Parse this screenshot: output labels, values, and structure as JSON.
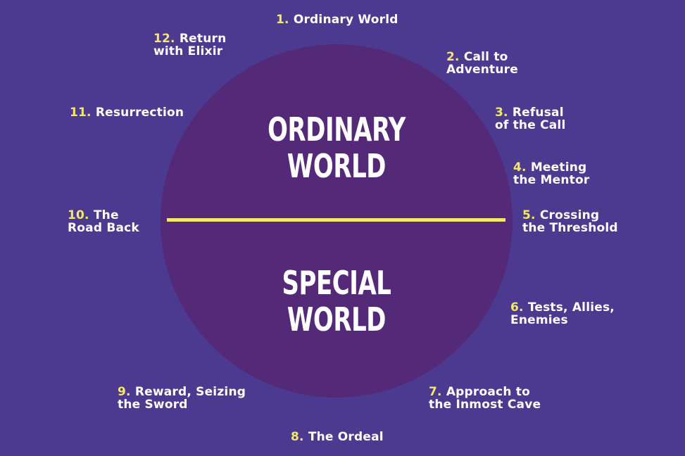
{
  "colors": {
    "background": "#4b3a8f",
    "circle": "#532978",
    "divider": "#f3e86a",
    "number": "#f3e86a",
    "text": "#ffffff"
  },
  "center": {
    "top": [
      "ORDINARY",
      "WORLD"
    ],
    "bottom": [
      "SPECIAL",
      "WORLD"
    ]
  },
  "stages": [
    {
      "num": "1.",
      "lines": [
        "Ordinary World"
      ]
    },
    {
      "num": "2.",
      "lines": [
        "Call to",
        "Adventure"
      ]
    },
    {
      "num": "3.",
      "lines": [
        "Refusal",
        "of the Call"
      ]
    },
    {
      "num": "4.",
      "lines": [
        "Meeting",
        "the Mentor"
      ]
    },
    {
      "num": "5.",
      "lines": [
        "Crossing",
        "the Threshold"
      ]
    },
    {
      "num": "6.",
      "lines": [
        "Tests, Allies,",
        "Enemies"
      ]
    },
    {
      "num": "7.",
      "lines": [
        "Approach to",
        "the Inmost Cave"
      ]
    },
    {
      "num": "8.",
      "lines": [
        "The Ordeal"
      ]
    },
    {
      "num": "9.",
      "lines": [
        "Reward, Seizing",
        "the Sword"
      ]
    },
    {
      "num": "10.",
      "lines": [
        "The",
        "Road Back"
      ]
    },
    {
      "num": "11.",
      "lines": [
        "Resurrection"
      ]
    },
    {
      "num": "12.",
      "lines": [
        "Return",
        "with Elixir"
      ]
    }
  ]
}
